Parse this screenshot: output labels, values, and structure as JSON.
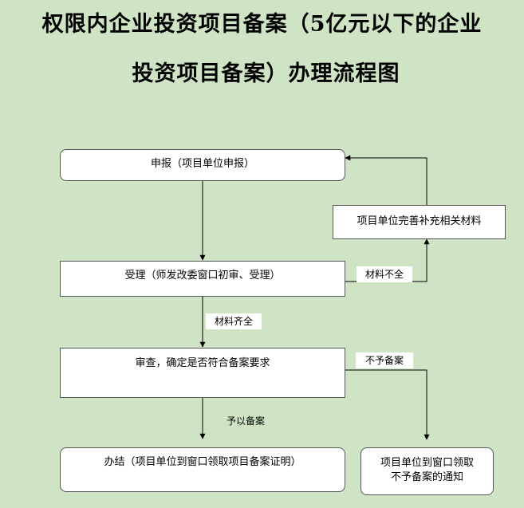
{
  "title": {
    "line1": "权限内企业投资项目备案（5亿元以下的企业",
    "line2": "投资项目备案）办理流程图"
  },
  "nodes": {
    "declare": "申报（项目单位申报）",
    "supplement": "项目单位完善补充相关材料",
    "accept": "受理（师发改委窗口初审、受理）",
    "review": "审查，确定是否符合备案要求",
    "conclude": "办结（项目单位到窗口领取项目备案证明）",
    "reject_notice_line1": "项目单位到窗口领取",
    "reject_notice_line2": "不予备案的通知"
  },
  "edge_labels": {
    "materials_incomplete": "材料不全",
    "materials_complete": "材料齐全",
    "not_approved": "不予备案",
    "approved": "予以备案"
  }
}
